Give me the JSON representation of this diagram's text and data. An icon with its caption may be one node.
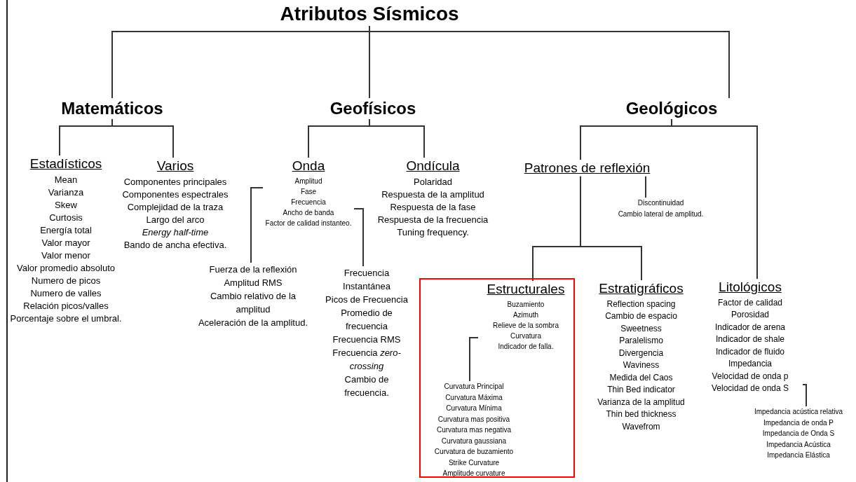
{
  "diagram": {
    "nodes": [
      {
        "text": [
          "Atributos Sísmicos"
        ]
      },
      {
        "text": [
          "Matemáticos"
        ]
      },
      {
        "text": [
          "Geofísicos"
        ]
      },
      {
        "text": [
          "Geológicos"
        ]
      },
      {
        "text": [
          "Estadísticos",
          "Mean",
          "Varianza",
          "Skew",
          "Curtosis",
          "Energía total",
          "Valor mayor",
          "Valor menor",
          "Valor promedio absoluto",
          "Numero de picos",
          "Numero de valles",
          "Relación picos/valles",
          "Porcentaje sobre el umbral."
        ]
      },
      {
        "text": [
          "Varios",
          "Componentes principales",
          "Componentes espectrales",
          "Complejidad de la traza",
          "Largo del arco",
          "*Energy half-time*",
          "Bando de ancha efectiva."
        ]
      },
      {
        "text": [
          "Onda",
          "Amplitud",
          "Fase",
          "Frecuencia",
          "Ancho de banda",
          "Factor de calidad instanteo."
        ]
      },
      {
        "text": [
          "Ondícula",
          "Polaridad",
          "Respuesta de la amplitud",
          "Respuesta de la fase",
          "Respuesta de la frecuencia",
          "Tuning frequency."
        ]
      },
      {
        "text": [
          "Fuerza de la reflexión",
          "Amplitud RMS",
          "Cambio relativo de la amplitud",
          "Aceleración de la amplitud."
        ]
      },
      {
        "text": [
          "Frecuencia Instantánea",
          "Picos de Frecuencia",
          "Promedio de frecuencia",
          "Frecuencia RMS",
          "Frecuencia *zero-crossing*",
          "Cambio de frecuencia."
        ]
      },
      {
        "text": [
          "Patrones de reflexión"
        ]
      },
      {
        "text": [
          "Discontinuidad",
          "Cambio lateral de amplitud."
        ]
      },
      {
        "text": [],
        "shape": "box"
      },
      {
        "text": [
          "Estructurales",
          "Buzamiento",
          "Azimuth",
          "Relieve de la sombra",
          "Curvatura",
          "Indicador de falla."
        ],
        "in": 12
      },
      {
        "text": [
          "Curvatura Principal",
          "Curvatura Máxima",
          "Curvatura Mínima",
          "Curvatura mas positiva",
          "Curvatura mas negativa",
          "Curvatura gaussiana",
          "Curvatura de buzamiento",
          "Strike Curvature",
          "Amplitude curvature"
        ],
        "in": 12
      },
      {
        "text": [
          "Estratigráficos",
          "Reflection spacing",
          "Cambio de espacio",
          "Sweetness",
          "Paralelismo",
          "Divergencia",
          "Waviness",
          "Medida del Caos",
          "Thin Bed indicator",
          "Varianza de la amplitud",
          "Thin bed thickness",
          "Wavefrom"
        ]
      },
      {
        "text": [
          "Litológicos",
          "Factor de calidad",
          "Porosidad",
          "Indicador de arena",
          "Indicador de shale",
          "Indicador de fluido",
          "Impedancia",
          "Velocidad de onda p",
          "Velocidad de onda S"
        ]
      },
      {
        "text": [
          "Impedancia acústica relativa",
          "Impedancia de onda P",
          "Impedancia de Onda S",
          "Impedancia Acústica",
          "Impedancia Elástica"
        ]
      }
    ],
    "edges": [
      {
        "from": 0,
        "to": 1,
        "arrow": "none"
      },
      {
        "from": 0,
        "to": 2,
        "arrow": "none"
      },
      {
        "from": 0,
        "to": 3,
        "arrow": "none"
      },
      {
        "from": 1,
        "to": 4,
        "arrow": "none"
      },
      {
        "from": 1,
        "to": 5,
        "arrow": "none"
      },
      {
        "from": 2,
        "to": 6,
        "arrow": "none"
      },
      {
        "from": 2,
        "to": 7,
        "arrow": "none"
      },
      {
        "from": 6,
        "to": 8,
        "arrow": "none"
      },
      {
        "from": 6,
        "to": 9,
        "arrow": "none"
      },
      {
        "from": 3,
        "to": 10,
        "arrow": "none"
      },
      {
        "from": 10,
        "to": 11,
        "arrow": "none"
      },
      {
        "from": 10,
        "to": 13,
        "arrow": "none"
      },
      {
        "from": 10,
        "to": 15,
        "arrow": "none"
      },
      {
        "from": 13,
        "to": 14,
        "arrow": "none"
      },
      {
        "from": 3,
        "to": 16,
        "arrow": "none"
      },
      {
        "from": 16,
        "to": 17,
        "arrow": "none"
      }
    ]
  }
}
